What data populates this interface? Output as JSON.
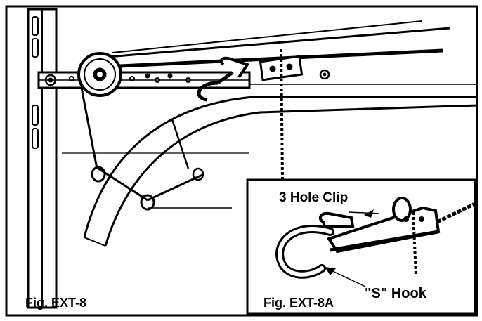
{
  "figure": {
    "main_label": "Fig. EXT-8",
    "inset_label": "Fig. EXT-8A",
    "callouts": {
      "three_hole_clip": "3 Hole Clip",
      "s_hook": "\"S\" Hook"
    }
  }
}
